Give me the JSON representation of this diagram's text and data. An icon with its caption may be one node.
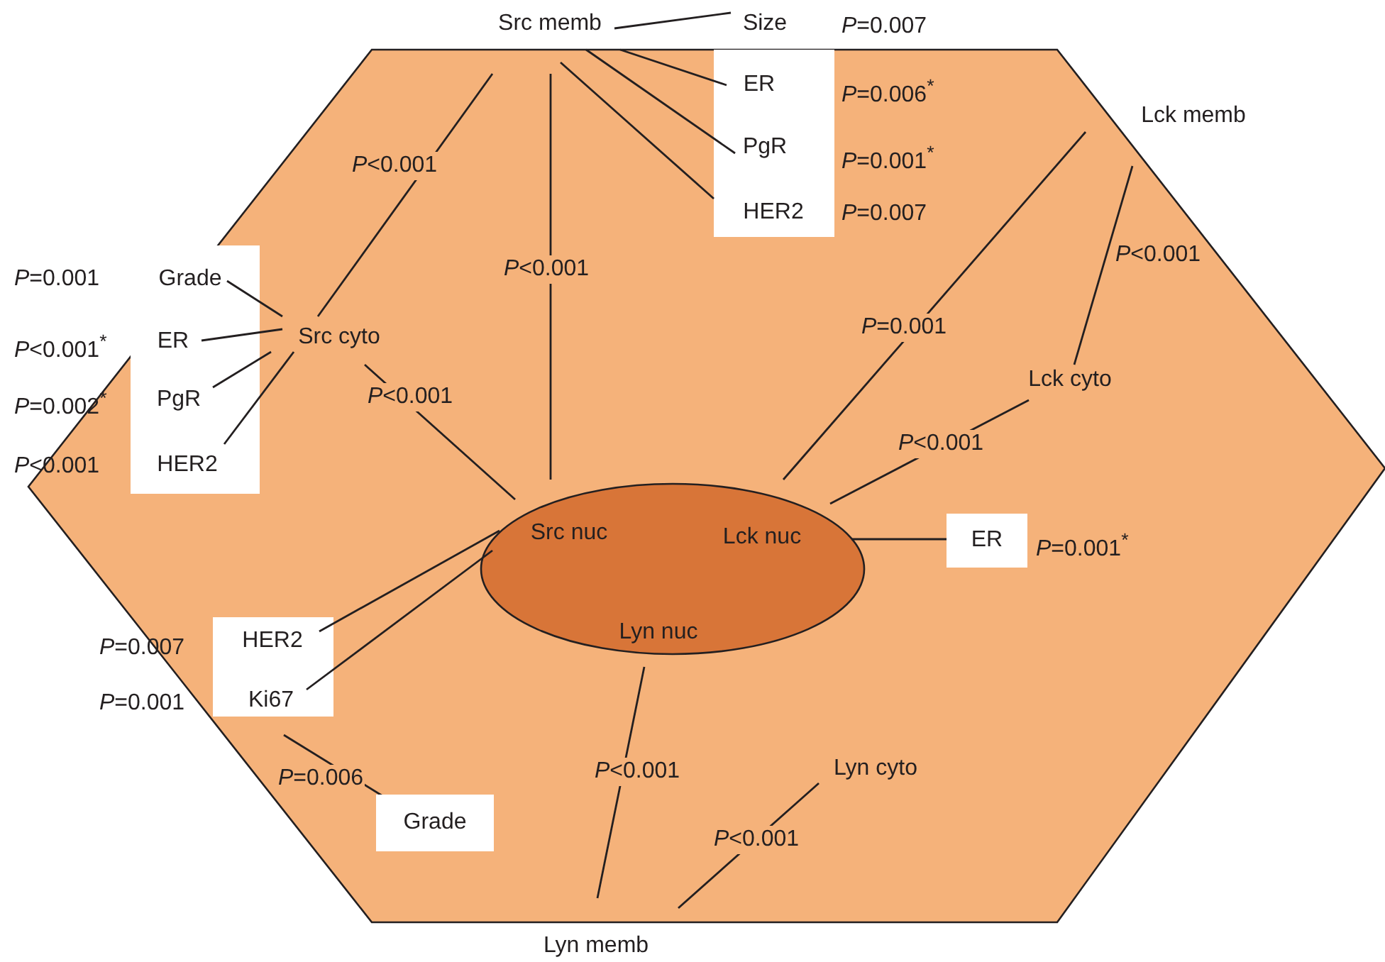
{
  "diagram": {
    "nodes": [
      {
        "text": [],
        "shape": "hexagon"
      },
      {
        "text": [
          "Src memb"
        ]
      },
      {
        "text": [
          "Size"
        ],
        "beside": [
          "*P*=0.007"
        ]
      },
      {
        "text": [],
        "shape": "box",
        "in": 0
      },
      {
        "text": [
          "ER"
        ],
        "in": 3,
        "beside": [
          "*P*=0.006$^{*}$"
        ]
      },
      {
        "text": [
          "PgR"
        ],
        "in": 3,
        "beside": [
          "*P*=0.001$^{*}$"
        ]
      },
      {
        "text": [
          "HER2"
        ],
        "in": 3,
        "beside": [
          "*P*=0.007"
        ]
      },
      {
        "text": [
          "Lck memb"
        ]
      },
      {
        "text": [],
        "shape": "box",
        "in": 0
      },
      {
        "text": [
          "Grade"
        ],
        "in": 8,
        "beside": [
          "*P*=0.001"
        ]
      },
      {
        "text": [
          "ER"
        ],
        "in": 8,
        "beside": [
          "*P*<0.001$^{*}$"
        ]
      },
      {
        "text": [
          "PgR"
        ],
        "in": 8,
        "beside": [
          "*P*=0.002$^{*}$"
        ]
      },
      {
        "text": [
          "HER2"
        ],
        "in": 8,
        "beside": [
          "*P*<0.001"
        ]
      },
      {
        "text": [
          "Src cyto"
        ],
        "in": 0
      },
      {
        "text": [
          "Lck cyto"
        ],
        "in": 0
      },
      {
        "text": [],
        "shape": "ellipse",
        "in": 0
      },
      {
        "text": [
          "Src nuc"
        ],
        "in": 15
      },
      {
        "text": [
          "Lck nuc"
        ],
        "in": 15
      },
      {
        "text": [
          "ER"
        ],
        "in": 0,
        "beside": [
          "*P*=0.001$^{*}$"
        ]
      },
      {
        "text": [
          "Lyn nuc"
        ],
        "in": 15
      },
      {
        "text": [],
        "shape": "box",
        "in": 0
      },
      {
        "text": [
          "HER2"
        ],
        "in": 20,
        "beside": [
          "*P*=0.007"
        ]
      },
      {
        "text": [
          "Ki67"
        ],
        "in": 20,
        "beside": [
          "*P*=0.001"
        ]
      },
      {
        "text": [
          "Grade"
        ],
        "in": 0
      },
      {
        "text": [
          "Lyn cyto"
        ],
        "in": 0
      },
      {
        "text": [
          "Lyn memb"
        ]
      }
    ],
    "edges": [
      {
        "from": 1,
        "to": 2,
        "arrow": "none"
      },
      {
        "from": 1,
        "to": 4,
        "arrow": "none"
      },
      {
        "from": 1,
        "to": 5,
        "arrow": "none"
      },
      {
        "from": 1,
        "to": 6,
        "arrow": "none"
      },
      {
        "from": 1,
        "to": 13,
        "arrow": "none",
        "label": "*P*<0.001"
      },
      {
        "from": 1,
        "to": 16,
        "arrow": "none",
        "label": "*P*<0.001"
      },
      {
        "from": 13,
        "to": 16,
        "arrow": "none",
        "label": "*P*<0.001"
      },
      {
        "from": 13,
        "to": 9,
        "arrow": "none"
      },
      {
        "from": 13,
        "to": 10,
        "arrow": "none"
      },
      {
        "from": 13,
        "to": 11,
        "arrow": "none"
      },
      {
        "from": 13,
        "to": 12,
        "arrow": "none"
      },
      {
        "from": 7,
        "to": 17,
        "arrow": "none",
        "label": "*P*=0.001"
      },
      {
        "from": 7,
        "to": 14,
        "arrow": "none",
        "label": "*P*<0.001"
      },
      {
        "from": 14,
        "to": 17,
        "arrow": "none",
        "label": "*P*<0.001"
      },
      {
        "from": 17,
        "to": 18,
        "arrow": "none"
      },
      {
        "from": 16,
        "to": 21,
        "arrow": "none"
      },
      {
        "from": 16,
        "to": 22,
        "arrow": "none"
      },
      {
        "from": 22,
        "to": 23,
        "arrow": "none",
        "label": "*P*=0.006"
      },
      {
        "from": 19,
        "to": 25,
        "arrow": "none",
        "label": "*P*<0.001"
      },
      {
        "from": 24,
        "to": 25,
        "arrow": "none",
        "label": "*P*<0.001"
      }
    ]
  }
}
